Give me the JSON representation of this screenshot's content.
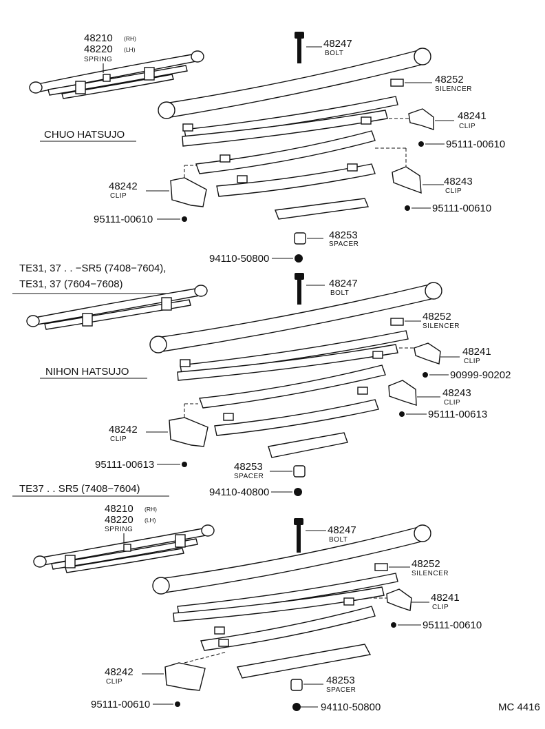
{
  "sections": [
    {
      "manufacturer": "CHUO HATSUJO",
      "models": "",
      "parts": {
        "spring_rh": "48210",
        "spring_rh_side": "(RH)",
        "spring_lh": "48220",
        "spring_lh_side": "(LH)",
        "spring_name": "SPRING",
        "bolt": "48247",
        "bolt_name": "BOLT",
        "silencer": "48252",
        "silencer_name": "SILENCER",
        "clip_a": "48241",
        "clip_a_name": "CLIP",
        "screw_a": "95111-00610",
        "clip_b": "48243",
        "clip_b_name": "CLIP",
        "screw_b": "95111-00610",
        "clip_c": "48242",
        "clip_c_name": "CLIP",
        "screw_c": "95111-00610",
        "spacer": "48253",
        "spacer_name": "SPACER",
        "nut": "94110-50800"
      }
    },
    {
      "manufacturer": "NIHON HATSUJO",
      "models": "TE31, 37 . . −SR5 (7408−7604),",
      "models2": "TE31, 37 (7604−7608)",
      "parts": {
        "bolt": "48247",
        "bolt_name": "BOLT",
        "silencer": "48252",
        "silencer_name": "SILENCER",
        "clip_a": "48241",
        "clip_a_name": "CLIP",
        "screw_a": "90999-90202",
        "clip_b": "48243",
        "clip_b_name": "CLIP",
        "screw_b": "95111-00613",
        "clip_c": "48242",
        "clip_c_name": "CLIP",
        "screw_c": "95111-00613",
        "spacer": "48253",
        "spacer_name": "SPACER",
        "nut": "94110-40800"
      }
    },
    {
      "manufacturer": "",
      "models": "TE37 . . SR5 (7408−7604)",
      "parts": {
        "spring_rh": "48210",
        "spring_rh_side": "(RH)",
        "spring_lh": "48220",
        "spring_lh_side": "(LH)",
        "spring_name": "SPRING",
        "bolt": "48247",
        "bolt_name": "BOLT",
        "silencer": "48252",
        "silencer_name": "SILENCER",
        "clip_a": "48241",
        "clip_a_name": "CLIP",
        "screw_a": "95111-00610",
        "clip_c": "48242",
        "clip_c_name": "CLIP",
        "screw_c": "95111-00610",
        "spacer": "48253",
        "spacer_name": "SPACER",
        "nut": "94110-50800"
      }
    }
  ],
  "code": "MC 4416"
}
